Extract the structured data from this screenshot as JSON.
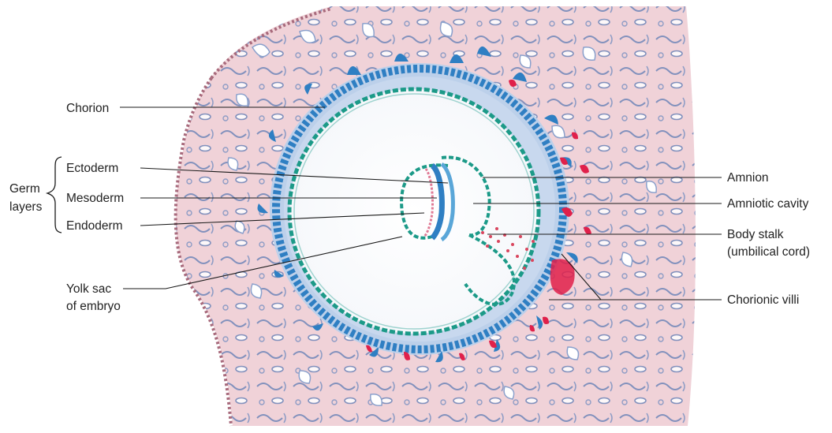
{
  "colors": {
    "tissue": "#f0d2d8",
    "tissue_edge": "#c98a98",
    "gland": "#6f86b8",
    "gland_fill": "#ffffff",
    "trophoblast": "#2f7fc3",
    "trophoblast_light": "#bcd0ea",
    "embryo_membrane": "#1c9a88",
    "blood": "#e0204a",
    "leader": "#1a1a1a"
  },
  "labels": {
    "chorion": "Chorion",
    "germ_layers_line1": "Germ",
    "germ_layers_line2": "layers",
    "ectoderm": "Ectoderm",
    "mesoderm": "Mesoderm",
    "endoderm": "Endoderm",
    "yolk_sac_line1": "Yolk sac",
    "yolk_sac_line2": "of embryo",
    "amnion": "Amnion",
    "amniotic_cavity": "Amniotic cavity",
    "body_stalk_line1": "Body stalk",
    "body_stalk_line2": "(umbilical cord)",
    "chorionic_villi": "Chorionic villi"
  },
  "icons": {
    "germ_layers_brace": "left-curly-brace"
  }
}
